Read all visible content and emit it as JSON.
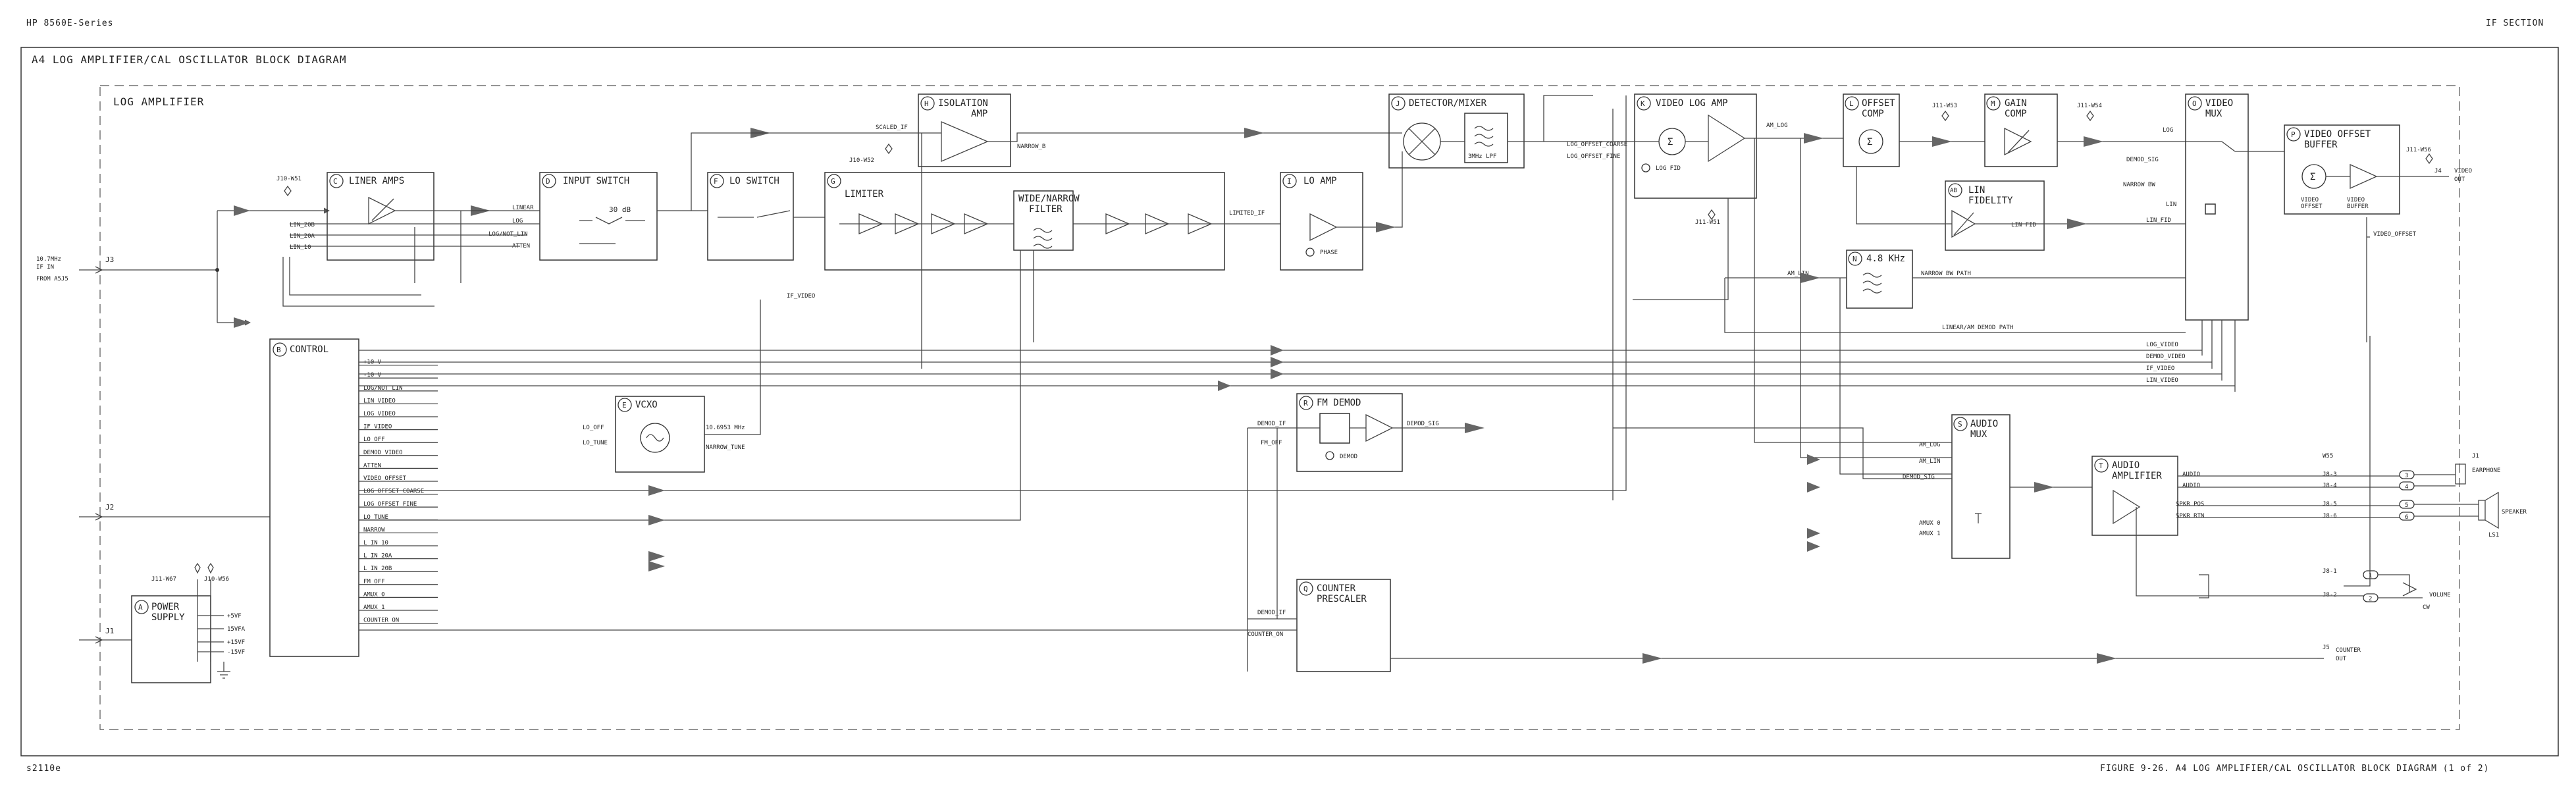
{
  "header": {
    "left": "HP 8560E-Series",
    "right": "IF SECTION"
  },
  "frame_title": "A4 LOG AMPLIFIER/CAL OSCILLATOR BLOCK DIAGRAM",
  "region_title": "LOG AMPLIFIER",
  "footer": {
    "left": "s2110e",
    "right": "FIGURE 9-26. A4 LOG AMPLIFIER/CAL OSCILLATOR BLOCK DIAGRAM (1 of 2)"
  },
  "blocks": {
    "A": {
      "letter": "A",
      "title": "POWER SUPPLY",
      "rails": [
        "+5VF",
        "15VFA",
        "+15VF",
        "-15VF"
      ]
    },
    "B": {
      "letter": "B",
      "title": "CONTROL",
      "lines": [
        "+10 V",
        "-10 V",
        "LOG/NOT_LIN",
        "LIN_VIDEO",
        "LOG_VIDEO",
        "IF_VIDEO",
        "LO_OFF",
        "DEMOD_VIDEO",
        "ATTEN",
        "VIDEO_OFFSET",
        "LOG_OFFSET_COARSE",
        "LOG_OFFSET_FINE",
        "LO_TUNE",
        "NARROW",
        "L_IN_10",
        "L_IN_20A",
        "L_IN_20B",
        "FM_OFF",
        "AMUX 0",
        "AMUX 1",
        "COUNTER_ON"
      ]
    },
    "C": {
      "letter": "C",
      "title": "LINER AMPS",
      "outs": [
        "LIN_20B",
        "LIN_20A",
        "LIN_10"
      ]
    },
    "D": {
      "letter": "D",
      "title": "INPUT SWITCH",
      "ins": [
        "LINEAR",
        "LOG",
        "LOG/NOT_LIN",
        "ATTEN"
      ],
      "atten": "30 dB"
    },
    "E": {
      "letter": "E",
      "title": "VCXO",
      "ins": [
        "LO_OFF",
        "LO_TUNE"
      ],
      "freq": "10.6953 MHz",
      "out": "NARROW_TUNE"
    },
    "F": {
      "letter": "F",
      "title": "LO SWITCH",
      "out": "IF_VIDEO"
    },
    "G": {
      "letter": "G",
      "title": "LIMITER",
      "out": "LIMITED_IF"
    },
    "G2": {
      "title_line1": "WIDE/NARROW",
      "title_line2": "FILTER"
    },
    "H": {
      "letter": "H",
      "title": "ISOLATION AMP",
      "in": "SCALED_IF",
      "out": "NARROW_B"
    },
    "I": {
      "letter": "I",
      "title": "LO AMP",
      "knob": "PHASE"
    },
    "J": {
      "letter": "J",
      "title": "DETECTOR/MIXER",
      "lpf": "3MHz LPF"
    },
    "K": {
      "letter": "K",
      "title": "VIDEO LOG AMP",
      "ins": [
        "LOG_OFFSET_COARSE",
        "LOG_OFFSET_FINE"
      ],
      "knob": "LOG FID",
      "out": "AM_LOG"
    },
    "L": {
      "letter": "L",
      "title": "OFFSET COMP"
    },
    "M": {
      "letter": "M",
      "title": "GAIN COMP"
    },
    "AB": {
      "letter": "AB",
      "title": "LIN FIDELITY",
      "out": "LIN FID"
    },
    "N": {
      "letter": "N",
      "title": "4.8 KHz",
      "out": "NARROW BW PATH",
      "in": "AM_LIN"
    },
    "O": {
      "letter": "O",
      "title": "VIDEO MUX",
      "ins": [
        "LOG",
        "DEMOD_SIG",
        "NARROW BW",
        "LIN",
        "LIN_FID"
      ]
    },
    "P": {
      "letter": "P",
      "title": "VIDEO OFFSET BUFFER",
      "sum": "VIDEO OFFSET",
      "buf": "VIDEO BUFFER",
      "in": "VIDEO_OFFSET"
    },
    "R": {
      "letter": "R",
      "title": "FM DEMOD",
      "ins": [
        "DEMOD_IF",
        "FM_OFF"
      ],
      "out": "DEMOD_SIG",
      "knob": "DEMOD"
    },
    "Q": {
      "letter": "Q",
      "title": "COUNTER PRESCALER",
      "ins": [
        "DEMOD_IF",
        "COUNTER_ON"
      ]
    },
    "S": {
      "letter": "S",
      "title": "AUDIO MUX",
      "ins": [
        "AM_LOG",
        "AM_LIN",
        "DEMOD_SIG",
        "AMUX 0",
        "AMUX 1"
      ]
    },
    "T": {
      "letter": "T",
      "title": "AUDIO AMPLIFIER",
      "outs": [
        "AUDIO",
        "AUDIO",
        "SPKR POS",
        "SPKR RTN"
      ]
    }
  },
  "connectors": {
    "j3": "J3",
    "j2": "J2",
    "j1": "J1",
    "j4": "J4",
    "j5": "J5",
    "j8": "J8",
    "in_label": [
      "10.7MHz",
      "IF IN",
      "FROM A5J5"
    ],
    "tp": [
      "J10-W51",
      "J10-W52",
      "J11-W51",
      "J11-W53",
      "J11-W54",
      "J11-W56",
      "J11-W67",
      "J10-W56"
    ],
    "video_out": [
      "VIDEO",
      "OUT"
    ],
    "counter_out": [
      "COUNTER",
      "OUT"
    ],
    "w55": "W55",
    "earphone": "EARPHONE",
    "speaker": "SPEAKER",
    "ls1": "LS1",
    "j1out": "J1",
    "volume": "VOLUME",
    "rcw": "CW",
    "pins": [
      "J8-3",
      "J8-4",
      "J8-5",
      "J8-6",
      "J8-1",
      "J8-2"
    ],
    "pin_nums": [
      "3",
      "4",
      "5",
      "6",
      "1",
      "2"
    ]
  },
  "bus_labels": [
    "LINEAR/AM DEMOD PATH",
    "LOG_VIDEO",
    "DEMOD_VIDEO",
    "IF_VIDEO",
    "LIN_VIDEO"
  ]
}
